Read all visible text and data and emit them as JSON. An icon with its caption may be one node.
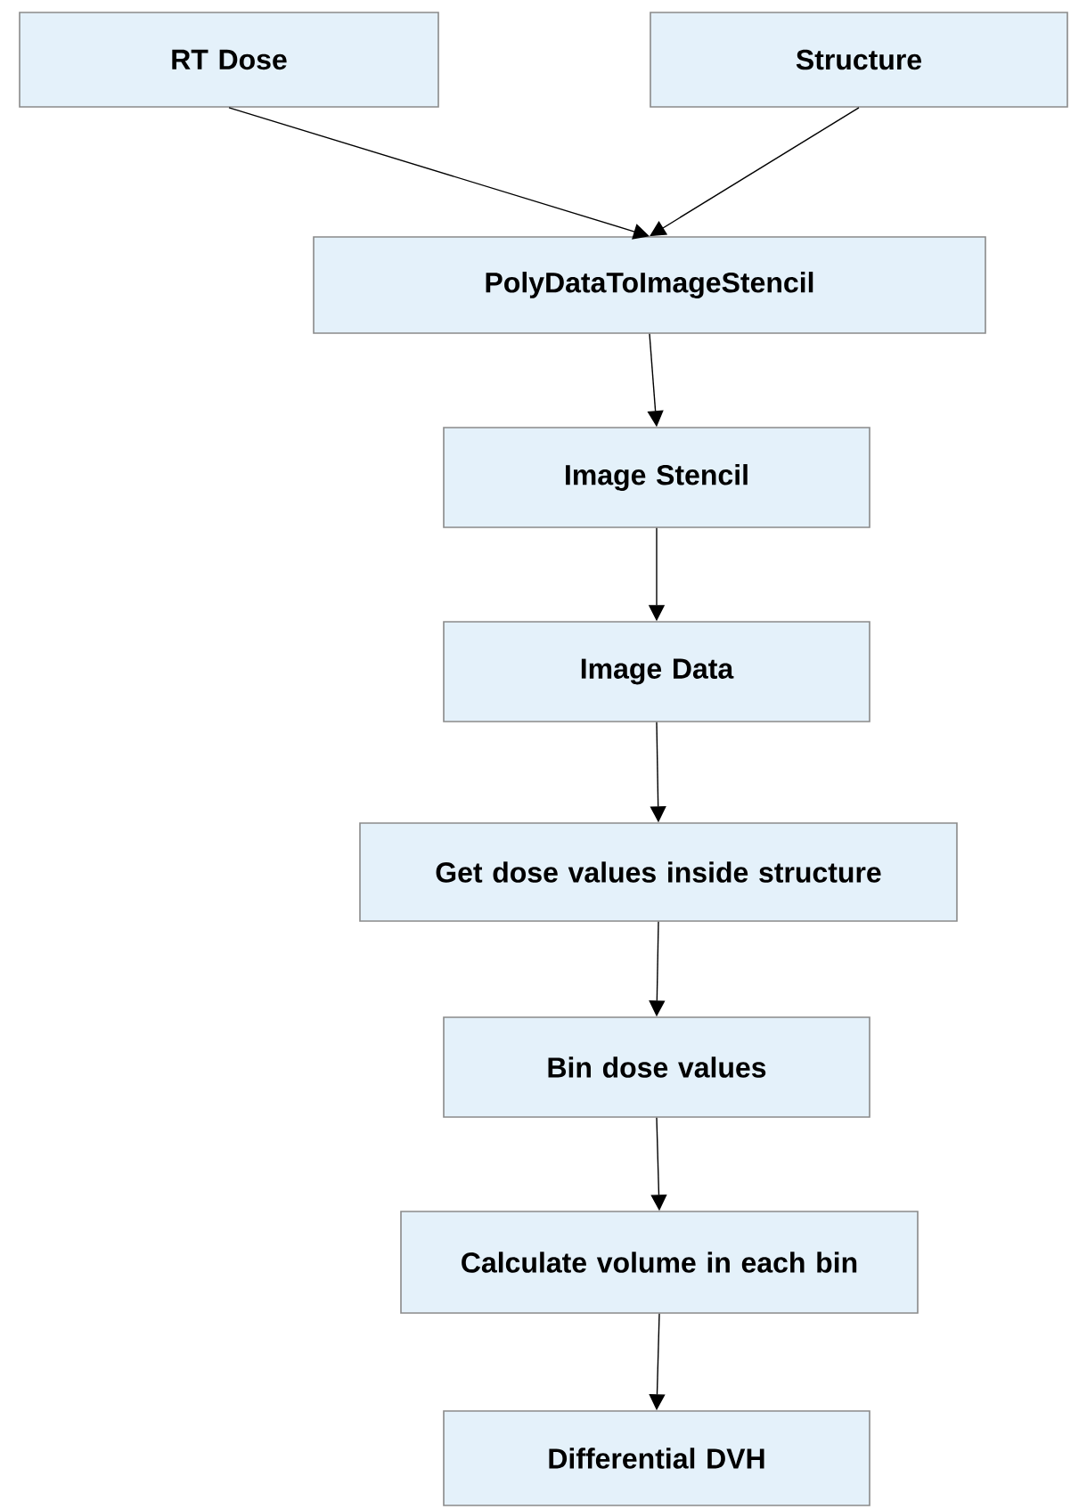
{
  "diagram": {
    "nodes": [
      {
        "text": [
          "RT Dose"
        ]
      },
      {
        "text": [
          "Structure"
        ]
      },
      {
        "text": [
          "PolyDataToImageStencil"
        ]
      },
      {
        "text": [
          "Image Stencil"
        ]
      },
      {
        "text": [
          "Image Data"
        ]
      },
      {
        "text": [
          "Get dose values inside structure"
        ]
      },
      {
        "text": [
          "Bin dose values"
        ]
      },
      {
        "text": [
          "Calculate volume in each bin"
        ]
      },
      {
        "text": [
          "Differential DVH"
        ]
      }
    ],
    "edges": [
      {
        "from": 0,
        "to": 2,
        "arrow": "to"
      },
      {
        "from": 1,
        "to": 2,
        "arrow": "to"
      },
      {
        "from": 2,
        "to": 3,
        "arrow": "to"
      },
      {
        "from": 3,
        "to": 4,
        "arrow": "to"
      },
      {
        "from": 4,
        "to": 5,
        "arrow": "to"
      },
      {
        "from": 5,
        "to": 6,
        "arrow": "to"
      },
      {
        "from": 6,
        "to": 7,
        "arrow": "to"
      },
      {
        "from": 7,
        "to": 8,
        "arrow": "to"
      }
    ]
  }
}
